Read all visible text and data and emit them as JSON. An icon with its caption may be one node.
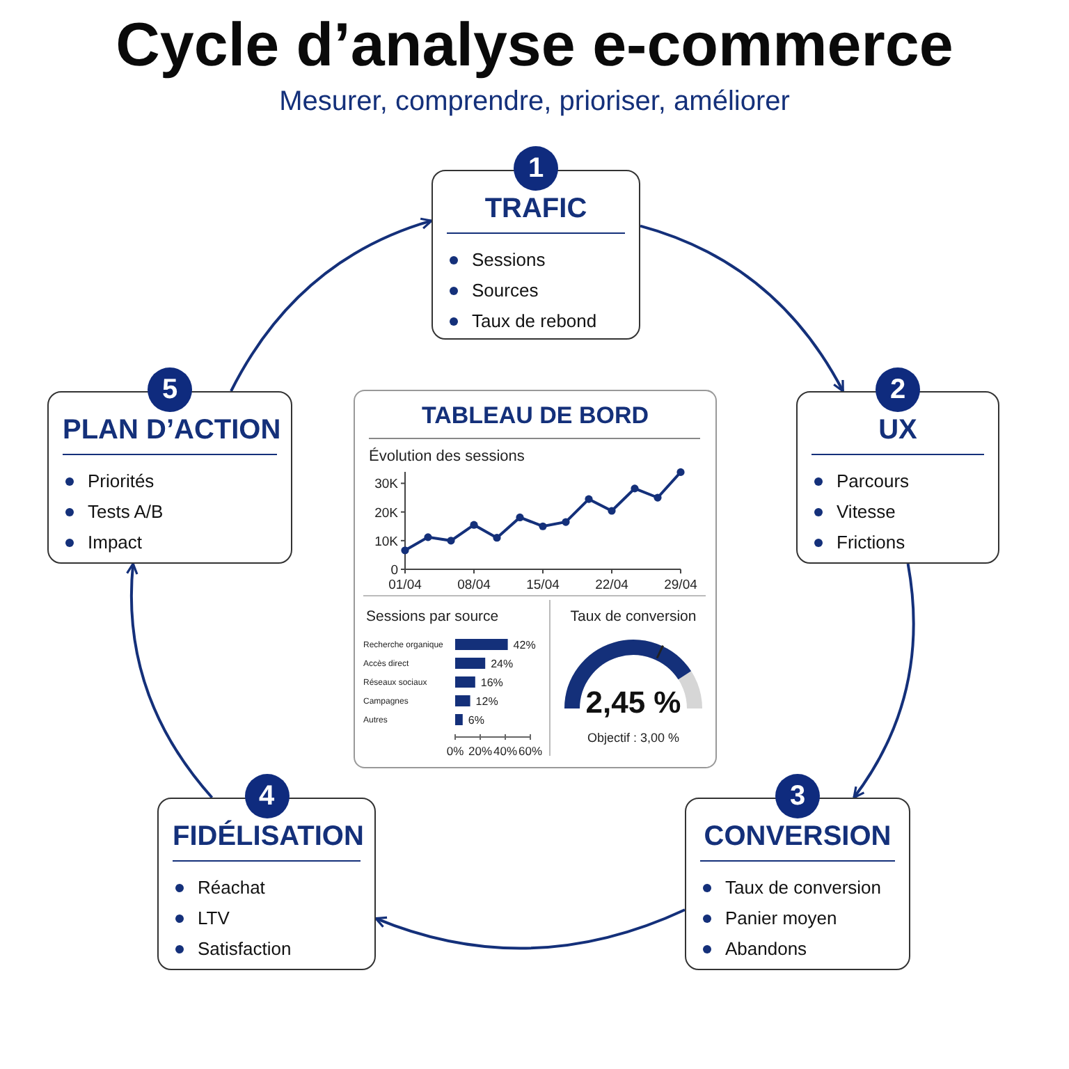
{
  "diagram": {
    "title": "Cycle d’analyse e-commerce",
    "nodes": [
      {
        "text": [
          "1",
          "TRAFIC",
          "Sessions",
          "Sources",
          "Taux de rebond"
        ]
      },
      {
        "text": [
          "2",
          "UX",
          "Parcours",
          "Vitesse",
          "Frictions"
        ]
      },
      {
        "text": [
          "3",
          "CONVERSION",
          "Taux de conversion",
          "Panier moyen",
          "Abandons"
        ]
      },
      {
        "text": [
          "4",
          "FIDÉLISATION",
          "Réachat",
          "LTV",
          "Satisfaction"
        ]
      },
      {
        "text": [
          "5",
          "PLAN D’ACTION",
          "Priorités",
          "Tests A/B",
          "Impact"
        ]
      },
      {
        "text": [
          "TABLEAU DE BORD"
        ]
      }
    ],
    "edges": [
      {
        "from": 0,
        "to": 1,
        "arrow": "to"
      },
      {
        "from": 1,
        "to": 2,
        "arrow": "to"
      },
      {
        "from": 2,
        "to": 3,
        "arrow": "to"
      },
      {
        "from": 3,
        "to": 4,
        "arrow": "to"
      },
      {
        "from": 4,
        "to": 0,
        "arrow": "to"
      }
    ],
    "labels": [
      "Mesurer, comprendre, prioriser, améliorer",
      "Taux de conversion",
      "2,45 %",
      "Objectif : 3,00 %"
    ],
    "chart_data": [
      {
        "type": "line",
        "title": "Évolution des sessions",
        "categories": [
          "01/04",
          null,
          null,
          "08/04",
          null,
          null,
          "15/04",
          null,
          null,
          "22/04",
          null,
          null,
          "29/04"
        ],
        "series": [
          {
            "color": "#14307a",
            "marker": true,
            "values": [
              6600,
              11200,
              10000,
              15500,
              11000,
              18100,
              15000,
              16500,
              24500,
              20400,
              28200,
              25000,
              33900
            ]
          }
        ],
        "ylim": [
          0,
          34000
        ],
        "yticks": [
          {
            "value": 0,
            "label": "0"
          },
          {
            "value": 10000,
            "label": "10K"
          },
          {
            "value": 20000,
            "label": "20K"
          },
          {
            "value": 30000,
            "label": "30K"
          }
        ]
      },
      {
        "type": "bar",
        "orientation": "horizontal",
        "title": "Sessions par source",
        "categories": [
          "Recherche organique",
          "Accès direct",
          "Réseaux sociaux",
          "Campagnes",
          "Autres"
        ],
        "values": [
          42,
          24,
          16,
          12,
          6
        ],
        "value_labels": [
          "42%",
          "24%",
          "16%",
          "12%",
          "6%"
        ],
        "xlim": [
          0,
          60
        ],
        "xticks": [
          {
            "value": 0,
            "label": "0%"
          },
          {
            "value": 20,
            "label": "20%"
          },
          {
            "value": 40,
            "label": "40%"
          },
          {
            "value": 60,
            "label": "60%"
          }
        ]
      }
    ]
  }
}
